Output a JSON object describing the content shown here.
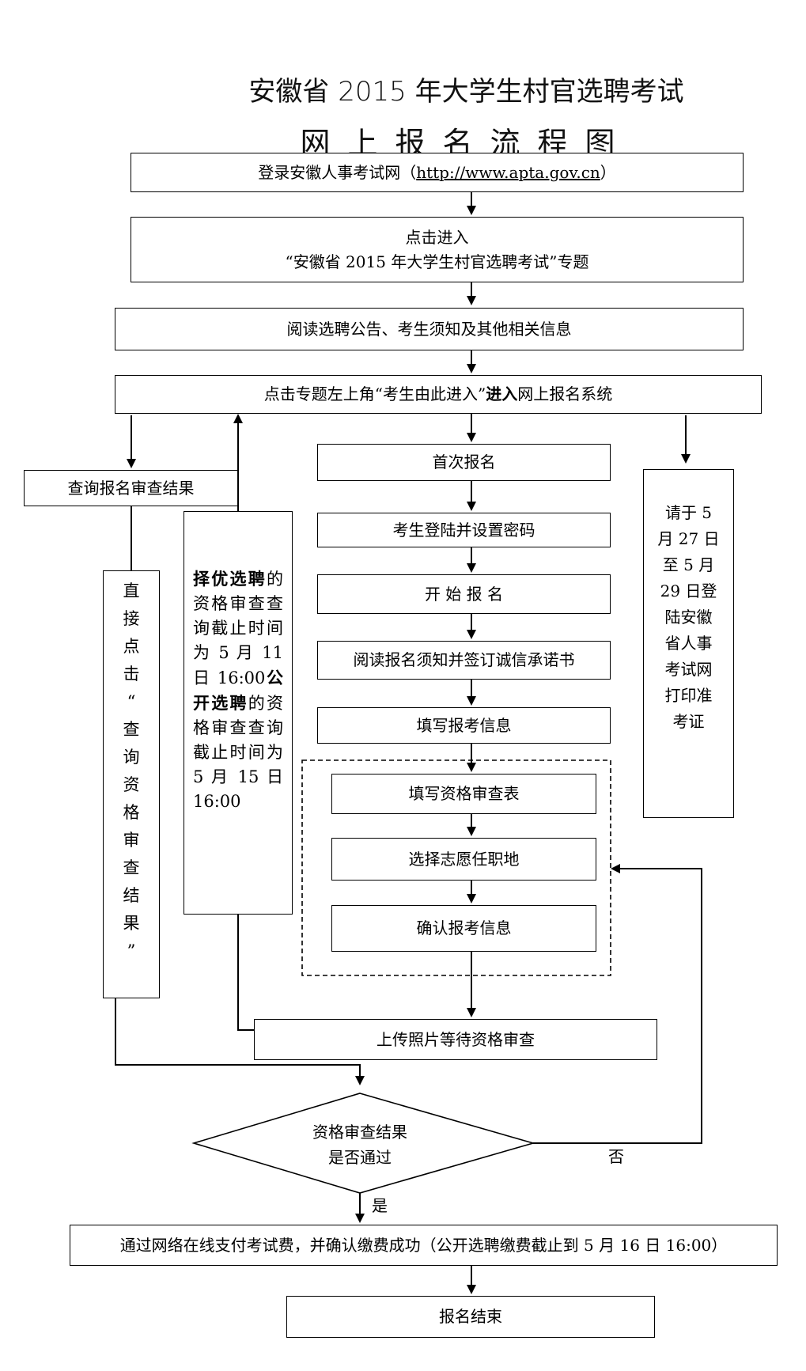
{
  "title": {
    "line1": "安徽省 2015 年大学生村官选聘考试",
    "line2": "网上报名流程图"
  },
  "steps": {
    "login_prefix": "登录安徽人事考试网（",
    "login_link": "http://www.apta.gov.cn",
    "login_suffix": "）",
    "enter_line1": "点击进入",
    "enter_line2": "“安徽省 2015 年大学生村官选聘考试”专题",
    "read_notice": "阅读选聘公告、考生须知及其他相关信息",
    "entry_prefix": "点击专题左上角“考生由此进入”",
    "entry_bold": "进入",
    "entry_suffix": "网上报名系统",
    "query_result": "查询报名审查结果",
    "first_register": "首次报名",
    "login_password": "考生登陆并设置密码",
    "start_register": "开 始 报 名",
    "read_commit": "阅读报名须知并签订诚信承诺书",
    "fill_info": "填写报考信息",
    "fill_form": "填写资格审查表",
    "choose_place": "选择志愿任职地",
    "confirm_info": "确认报考信息",
    "upload_photo": "上传照片等待资格审查",
    "decision_line1": "资格审查结果",
    "decision_line2": "是否通过",
    "yes": "是",
    "no": "否",
    "pay": "通过网络在线支付考试费，并确认缴费成功（公开选聘缴费截止到 5 月 16 日 16:00）",
    "end": "报名结束"
  },
  "vertical_note": [
    "直",
    "接",
    "点",
    "击",
    "“",
    "查",
    "询",
    "资",
    "格",
    "审",
    "查",
    "结",
    "果",
    "”"
  ],
  "deadline_note": {
    "b1": "择优选聘",
    "t1": "的资格审查查询截止时间为 5 月 11 日 16:00",
    "b2": "公开选聘",
    "t2": "的资格审查查询截止时间为 5 月 15 日 16:00"
  },
  "print_note": [
    "请于 5",
    "月 27 日",
    "至 5 月",
    "29 日登",
    "陆安徽",
    "省人事",
    "考试网",
    "打印准",
    "考证"
  ]
}
